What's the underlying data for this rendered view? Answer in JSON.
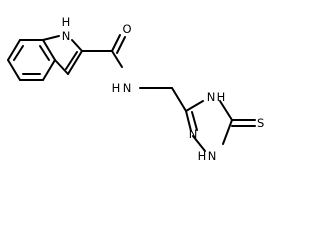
{
  "labels": {
    "indole_nh": "H",
    "indole_n": "N",
    "carbonyl_o": "O",
    "amide_n": "N",
    "amide_h": "H",
    "triazole_n4": "N",
    "triazole_h4": "H",
    "triazole_n2": "N",
    "triazole_n1": "N",
    "triazole_h1": "H",
    "thione_s": "S"
  }
}
